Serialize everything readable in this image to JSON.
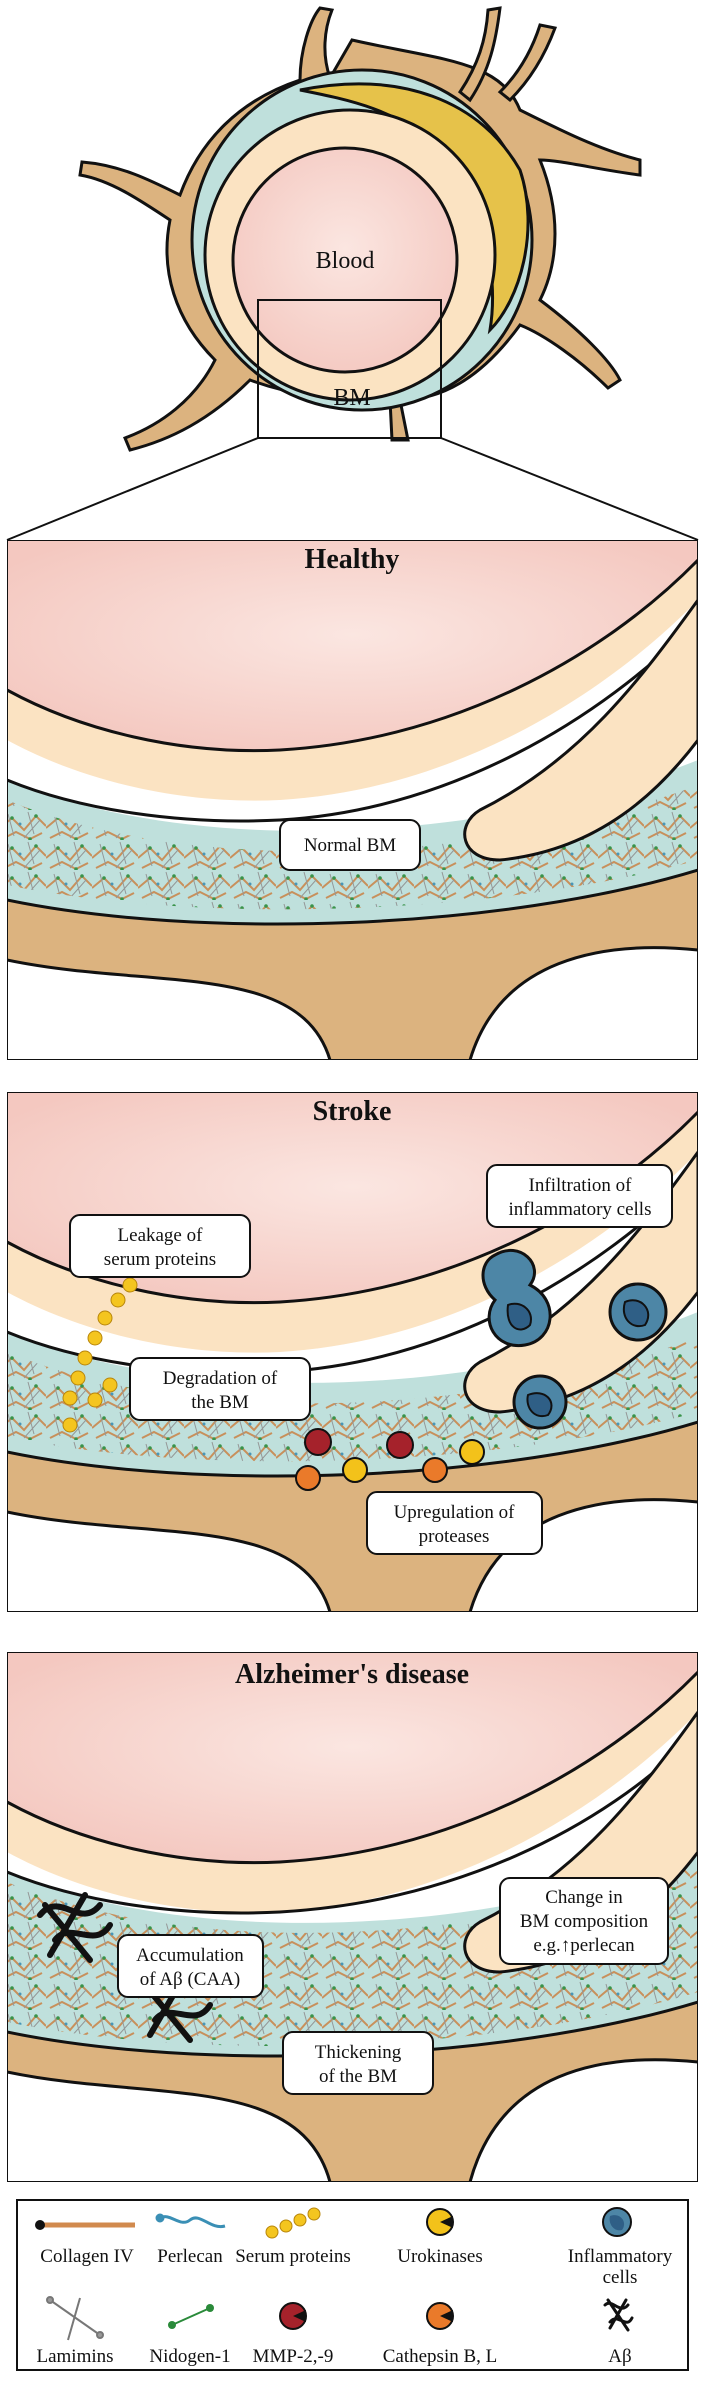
{
  "overview": {
    "blood_label": "Blood",
    "bm_label": "BM"
  },
  "panels": {
    "healthy": {
      "title": "Healthy",
      "callouts": [
        "Normal BM"
      ]
    },
    "stroke": {
      "title": "Stroke",
      "callouts": {
        "leakage": [
          "Leakage of",
          "serum proteins"
        ],
        "infiltration": [
          "Infiltration of",
          "inflammatory cells"
        ],
        "degradation": [
          "Degradation of",
          "the BM"
        ],
        "upregulation": [
          "Upregulation of",
          "proteases"
        ]
      }
    },
    "alzheimers": {
      "title": "Alzheimer's disease",
      "callouts": {
        "accumulation": [
          "Accumulation",
          "of Aβ (CAA)"
        ],
        "change": [
          "Change in",
          "BM composition",
          "e.g.↑perlecan"
        ],
        "thickening": [
          "Thickening",
          "of the BM"
        ]
      }
    }
  },
  "legend": {
    "items": [
      {
        "label": "Collagen IV",
        "icon": "collagen-icon"
      },
      {
        "label": "Perlecan",
        "icon": "perlecan-icon"
      },
      {
        "label": "Serum proteins",
        "icon": "serum-protein-icon"
      },
      {
        "label": "Urokinases",
        "icon": "urokinase-icon"
      },
      {
        "label": "Inflammatory",
        "label2": "cells",
        "icon": "inflammatory-cell-icon"
      },
      {
        "label": "Lamimins",
        "icon": "laminin-icon"
      },
      {
        "label": "Nidogen-1",
        "icon": "nidogen-icon"
      },
      {
        "label": "MMP-2,-9",
        "icon": "mmp-icon"
      },
      {
        "label": "Cathepsin B, L",
        "icon": "cathepsin-icon"
      },
      {
        "label": "Aβ",
        "icon": "amyloid-beta-icon"
      }
    ]
  },
  "colors": {
    "blood": "#f7cfc8",
    "endothelium": "#fbe3c2",
    "bm": "#bfe0dc",
    "astrocyte": "#dcb37f",
    "pericyte": "#e6c24a",
    "collagen": "#d18a4e",
    "urokinase": "#f3c21a",
    "mmp": "#a5222b",
    "cathepsin": "#ea7a2a",
    "inflammatory": "#4d86a6",
    "serum": "#f4c51f"
  }
}
